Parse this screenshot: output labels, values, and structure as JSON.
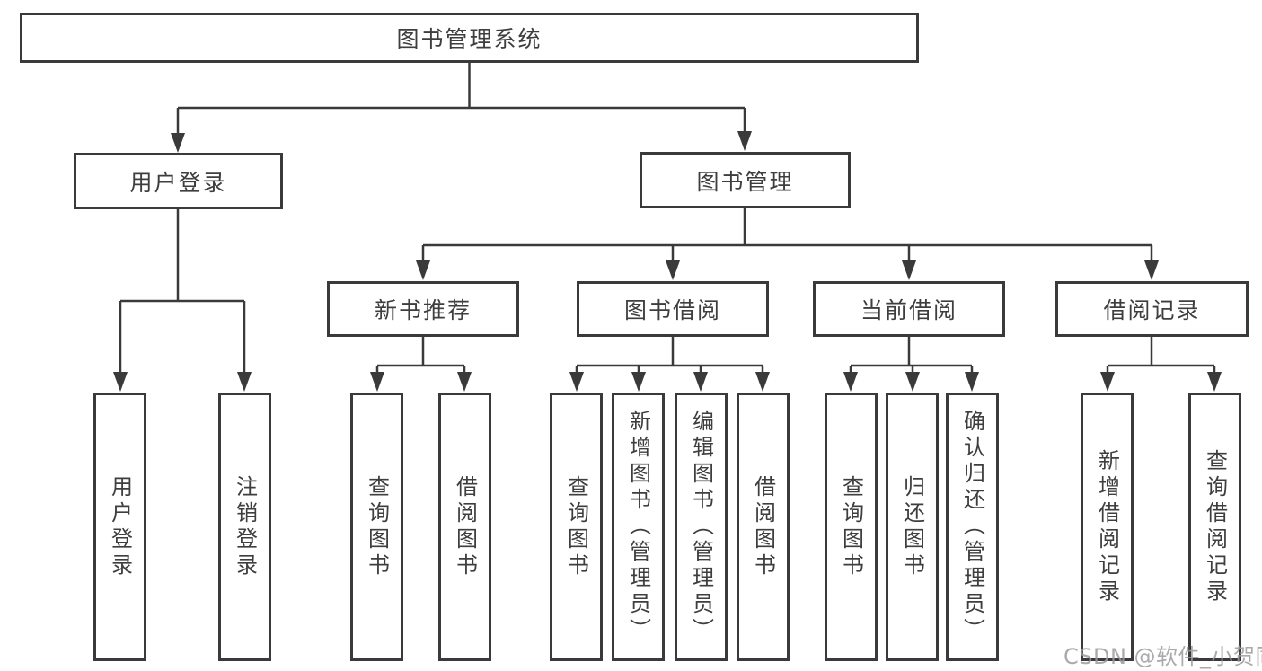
{
  "diagram": {
    "title": "图书管理系统",
    "level2": [
      {
        "label": "用户登录",
        "children": [
          {
            "label": "用户登录"
          },
          {
            "label": "注销登录"
          }
        ]
      },
      {
        "label": "图书管理",
        "children": [
          {
            "label": "新书推荐",
            "children": [
              {
                "label": "查询图书"
              },
              {
                "label": "借阅图书"
              }
            ]
          },
          {
            "label": "图书借阅",
            "children": [
              {
                "label": "查询图书"
              },
              {
                "label": "新增图书（管理员）"
              },
              {
                "label": "编辑图书（管理员）"
              },
              {
                "label": "借阅图书"
              }
            ]
          },
          {
            "label": "当前借阅",
            "children": [
              {
                "label": "查询图书"
              },
              {
                "label": "归还图书"
              },
              {
                "label": "确认归还（管理员）"
              }
            ]
          },
          {
            "label": "借阅记录",
            "children": [
              {
                "label": "新增借阅记录"
              },
              {
                "label": "查询借阅记录"
              }
            ]
          }
        ]
      }
    ]
  },
  "watermark": "CSDN @软件_小贺同学",
  "colors": {
    "line": "#3a3a3a",
    "text": "#3e3e3e",
    "background": "#ffffff",
    "watermark": "#9b9b9b"
  }
}
